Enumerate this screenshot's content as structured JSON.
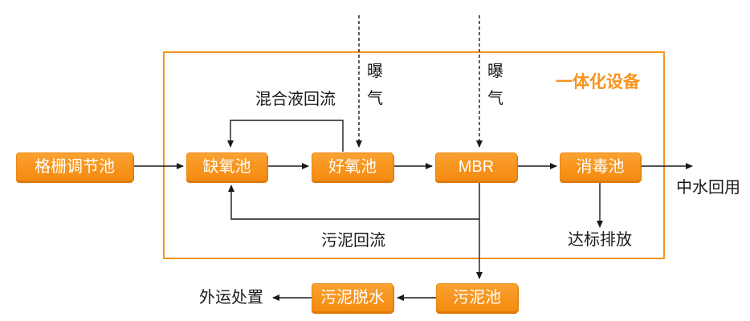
{
  "diagram": {
    "group_label": "一体化设备",
    "nodes": {
      "grid_adjust_tank": "格栅调节池",
      "anoxic_tank": "缺氧池",
      "aerobic_tank": "好氧池",
      "mbr": "MBR",
      "disinfection_tank": "消毒池",
      "sludge_tank": "污泥池",
      "sludge_dewatering": "污泥脱水"
    },
    "flow_labels": {
      "mixed_liquor_return": "混合液回流",
      "aeration_left": "曝气",
      "aeration_right": "曝气",
      "sludge_return": "污泥回流",
      "reclaimed_water_reuse": "中水回用",
      "compliant_discharge": "达标排放",
      "offsite_disposal": "外运处置"
    },
    "colors": {
      "accent_orange": "#f7941d",
      "node_shadow_orange": "#e07a06",
      "line_black": "#1a1a1a",
      "background": "#ffffff"
    }
  }
}
